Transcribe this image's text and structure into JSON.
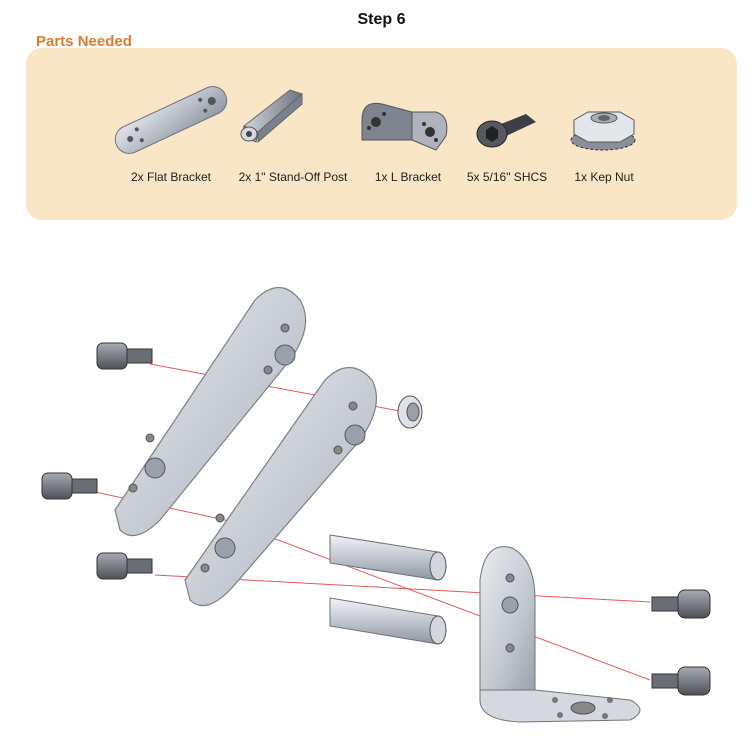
{
  "page": {
    "step_title": "Step 6",
    "parts_heading": "Parts Needed",
    "colors": {
      "accent": "#e07a2e",
      "panel": "#f9e6c6",
      "guide_line": "#e05a5a",
      "metal": "#c9cdd6"
    }
  },
  "parts": [
    {
      "label": "2x Flat Bracket",
      "icon": "flat-bracket-icon"
    },
    {
      "label": "2x 1\" Stand-Off Post",
      "icon": "standoff-post-icon"
    },
    {
      "label": "1x L Bracket",
      "icon": "l-bracket-icon"
    },
    {
      "label": "5x 5/16\" SHCS",
      "icon": "shcs-screw-icon"
    },
    {
      "label": "1x Kep Nut",
      "icon": "kep-nut-icon"
    }
  ]
}
